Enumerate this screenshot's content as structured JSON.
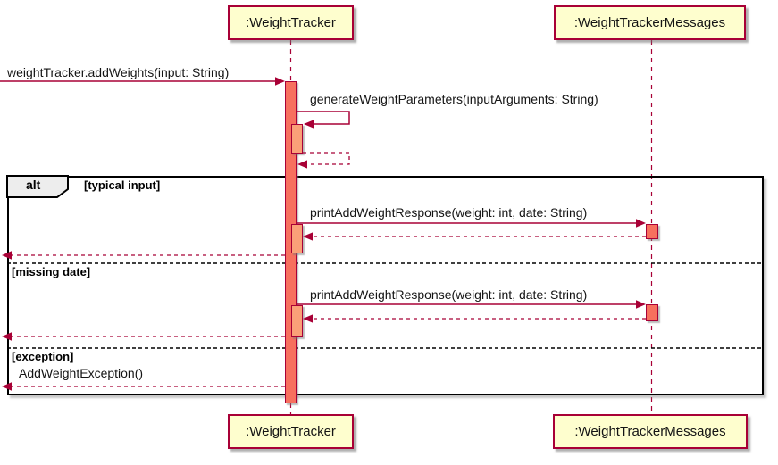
{
  "diagram": {
    "participants": [
      {
        "id": "weight-tracker",
        "label": ":WeightTracker"
      },
      {
        "id": "weight-tracker-messages",
        "label": ":WeightTrackerMessages"
      }
    ],
    "messages": {
      "add_weights": "weightTracker.addWeights(input: String)",
      "generate_weight_parameters": "generateWeightParameters(inputArguments: String)",
      "print_add_weight_response_1": "printAddWeightResponse(weight: int, date: String)",
      "print_add_weight_response_2": "printAddWeightResponse(weight: int, date: String)",
      "add_weight_exception": "AddWeightException()"
    },
    "alt_frame": {
      "operator": "alt",
      "guards": [
        "[typical input]",
        "[missing date]",
        "[exception]"
      ]
    },
    "colors": {
      "accent": "#A80036",
      "participant_fill": "#FEFECE",
      "frame_label_fill": "#EDEDED",
      "activation_fill": "#F7705E",
      "activation_nested_fill": "#FAA078"
    }
  }
}
